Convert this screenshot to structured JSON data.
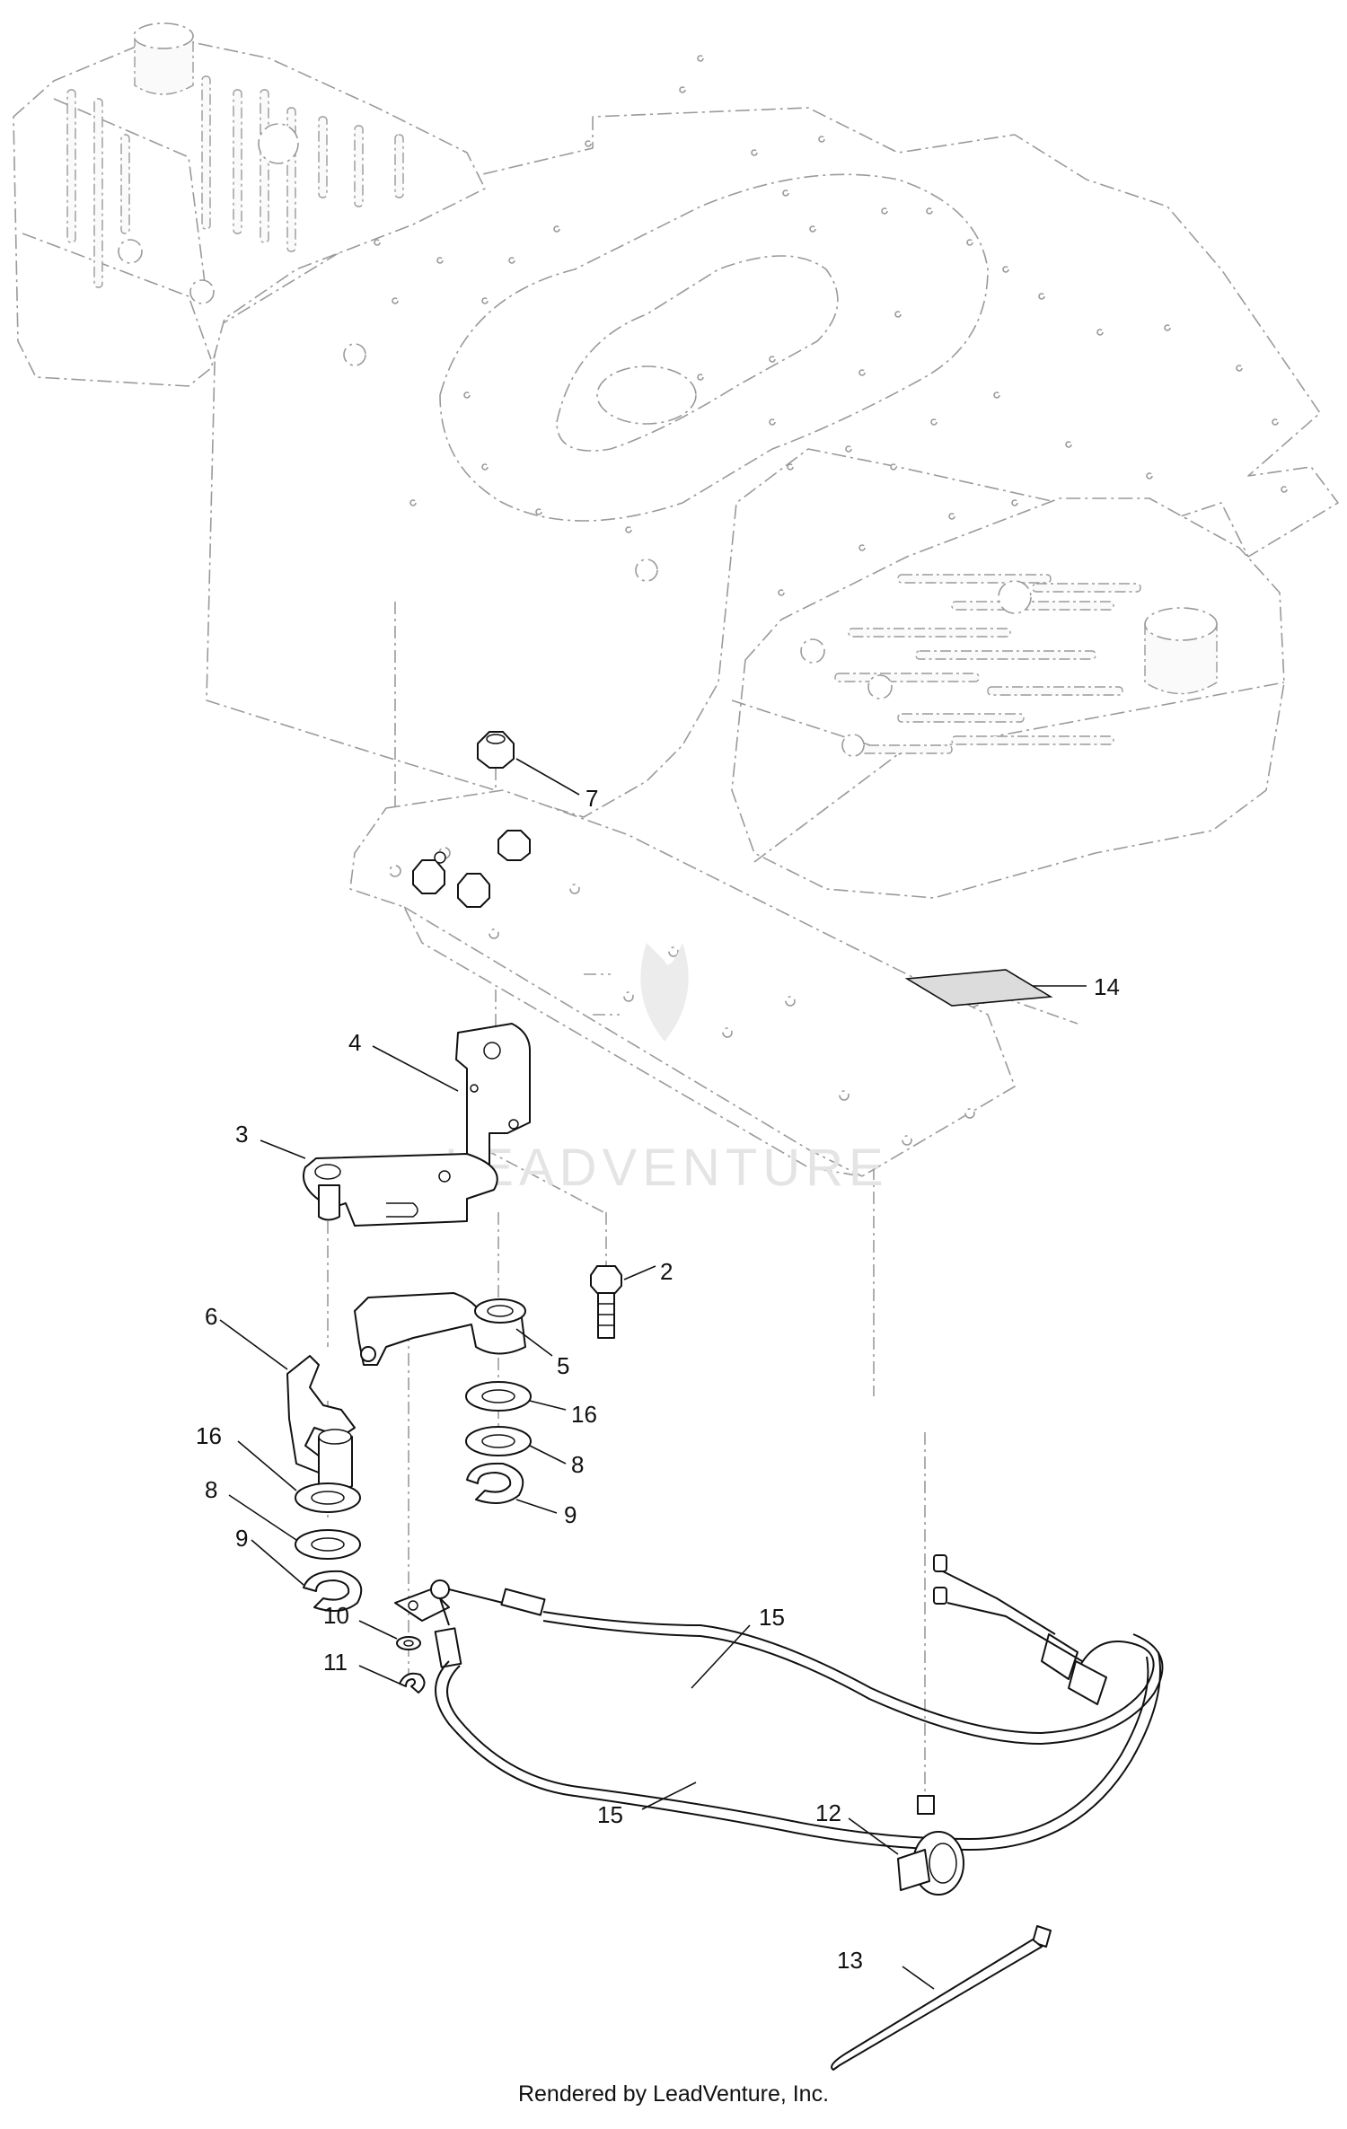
{
  "watermark": "LEADVENTURE",
  "footer": "Rendered by LeadVenture, Inc.",
  "callouts": {
    "c2": "2",
    "c3": "3",
    "c4": "4",
    "c5": "5",
    "c6": "6",
    "c7": "7",
    "c8a": "8",
    "c8b": "8",
    "c9a": "9",
    "c9b": "9",
    "c10": "10",
    "c11": "11",
    "c12": "12",
    "c13": "13",
    "c14": "14",
    "c15a": "15",
    "c15b": "15",
    "c16a": "16",
    "c16b": "16"
  }
}
